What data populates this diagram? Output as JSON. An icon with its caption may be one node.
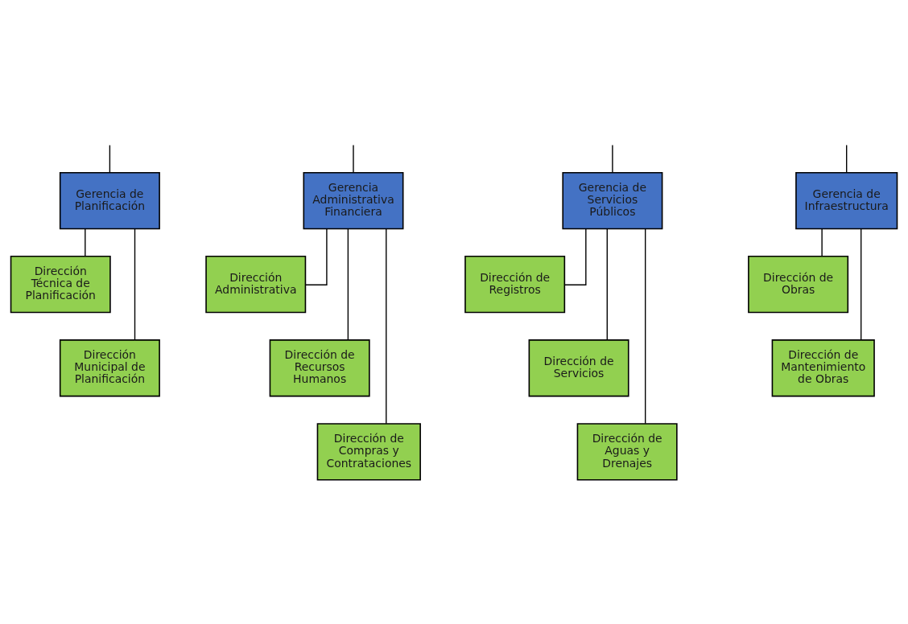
{
  "diagram": {
    "nodes": [
      {
        "text": [
          "Gerencia de Planificación"
        ]
      },
      {
        "text": [
          "Gerencia Administrativa Financiera"
        ]
      },
      {
        "text": [
          "Gerencia de Servicios Públicos"
        ]
      },
      {
        "text": [
          "Gerencia de Infraestructura"
        ]
      },
      {
        "text": [
          "Dirección Técnica de Planificación"
        ]
      },
      {
        "text": [
          "Dirección Administrativa"
        ]
      },
      {
        "text": [
          "Dirección de Registros"
        ]
      },
      {
        "text": [
          "Dirección de Obras"
        ]
      },
      {
        "text": [
          "Dirección Municipal de Planificación"
        ]
      },
      {
        "text": [
          "Dirección de Recursos Humanos"
        ]
      },
      {
        "text": [
          "Dirección de Servicios"
        ]
      },
      {
        "text": [
          "Dirección de Mantenimiento de Obras"
        ]
      },
      {
        "text": [
          "Dirección de Compras y Contrataciones"
        ]
      },
      {
        "text": [
          "Dirección de Aguas y Drenajes"
        ]
      }
    ],
    "edges": [
      {
        "from": null,
        "to": 0,
        "arrow": "none"
      },
      {
        "from": null,
        "to": 1,
        "arrow": "none"
      },
      {
        "from": null,
        "to": 2,
        "arrow": "none"
      },
      {
        "from": null,
        "to": 3,
        "arrow": "none"
      },
      {
        "from": 0,
        "to": 4,
        "arrow": "none"
      },
      {
        "from": 0,
        "to": 8,
        "arrow": "none"
      },
      {
        "from": 1,
        "to": 5,
        "arrow": "none"
      },
      {
        "from": 1,
        "to": 9,
        "arrow": "none"
      },
      {
        "from": 1,
        "to": 12,
        "arrow": "none"
      },
      {
        "from": 2,
        "to": 6,
        "arrow": "none"
      },
      {
        "from": 2,
        "to": 10,
        "arrow": "none"
      },
      {
        "from": 2,
        "to": 13,
        "arrow": "none"
      },
      {
        "from": 3,
        "to": 7,
        "arrow": "none"
      },
      {
        "from": 3,
        "to": 11,
        "arrow": "none"
      }
    ]
  }
}
